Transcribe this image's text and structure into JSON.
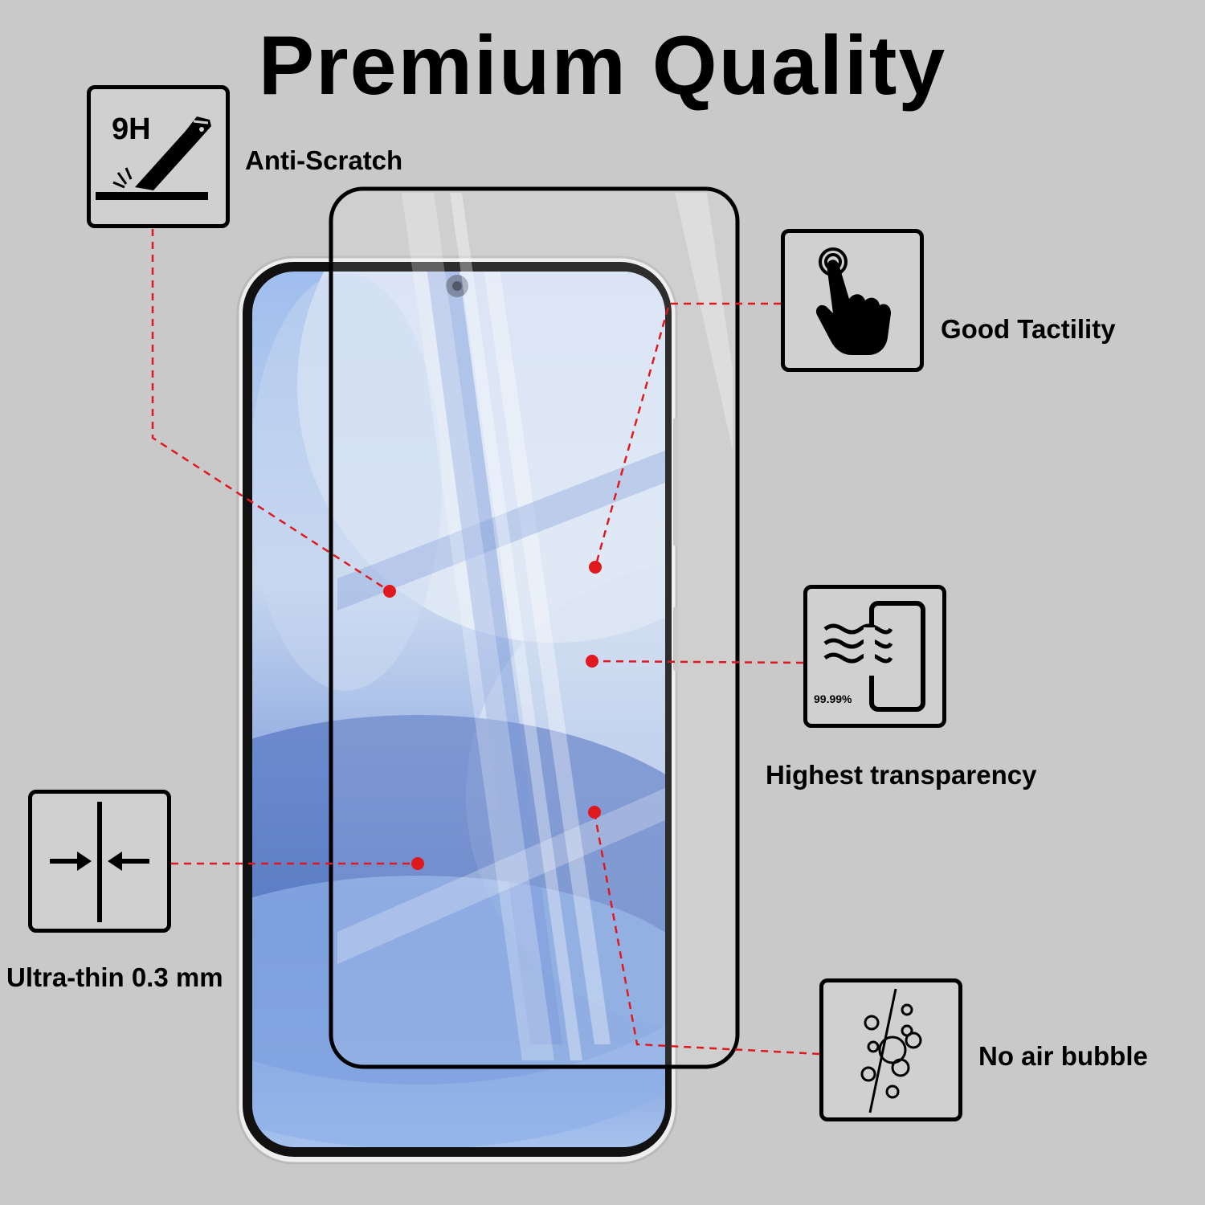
{
  "title": "Premium Quality",
  "features": {
    "anti_scratch": {
      "label": "Anti-Scratch",
      "icon": "knife-scratch-icon",
      "badge": "9H"
    },
    "good_tactility": {
      "label": "Good Tactility",
      "icon": "touch-hand-icon"
    },
    "highest_transparency": {
      "label": "Highest transparency",
      "icon": "transparency-phone-icon",
      "badge": "99.99%"
    },
    "ultra_thin": {
      "label": "Ultra-thin 0.3 mm",
      "icon": "thin-arrows-icon"
    },
    "no_air_bubble": {
      "label": "No air bubble",
      "icon": "bubbles-icon"
    }
  },
  "colors": {
    "background": "#c9c9c9",
    "leader_line": "#e0191e",
    "screen_light": "#b9cdeb",
    "screen_dark": "#5f7fc8"
  }
}
